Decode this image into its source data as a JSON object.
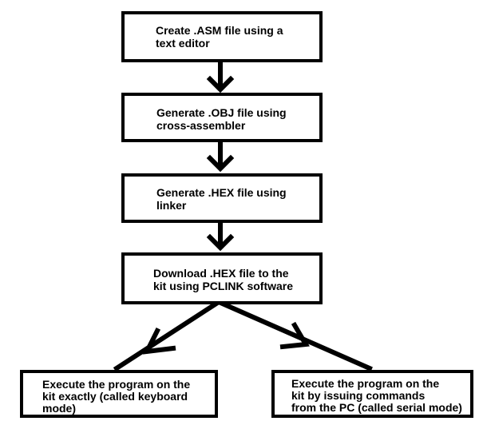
{
  "diagram": {
    "background_color": "#ffffff",
    "line_color": "#000000",
    "nodes": [
      {
        "id": "create-asm",
        "label": "Create .ASM file using a\ntext editor"
      },
      {
        "id": "generate-obj",
        "label": "Generate .OBJ file using\ncross-assembler"
      },
      {
        "id": "generate-hex",
        "label": "Generate .HEX file using\nlinker"
      },
      {
        "id": "download-hex",
        "label": "Download .HEX file to the\nkit using PCLINK software"
      },
      {
        "id": "execute-keyboard",
        "label": "Execute the program on the\nkit exactly (called keyboard\nmode)"
      },
      {
        "id": "execute-serial",
        "label": "Execute the program on the\nkit by issuing commands\nfrom the PC (called serial mode)"
      }
    ],
    "edges": [
      {
        "from": "create-asm",
        "to": "generate-obj"
      },
      {
        "from": "generate-obj",
        "to": "generate-hex"
      },
      {
        "from": "generate-hex",
        "to": "download-hex"
      },
      {
        "from": "download-hex",
        "to": "execute-keyboard"
      },
      {
        "from": "download-hex",
        "to": "execute-serial"
      }
    ]
  }
}
